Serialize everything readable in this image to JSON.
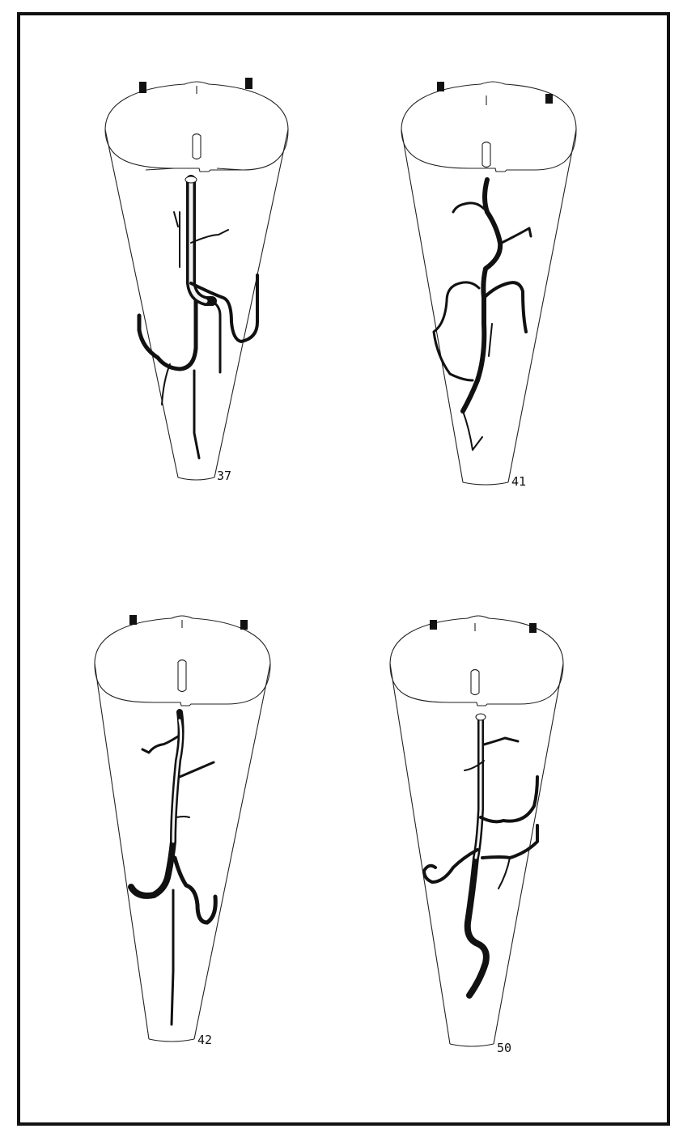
{
  "figures": [
    {
      "id": "fig-37",
      "label": "37"
    },
    {
      "id": "fig-41",
      "label": "41"
    },
    {
      "id": "fig-42",
      "label": "42"
    },
    {
      "id": "fig-50",
      "label": "50"
    }
  ]
}
